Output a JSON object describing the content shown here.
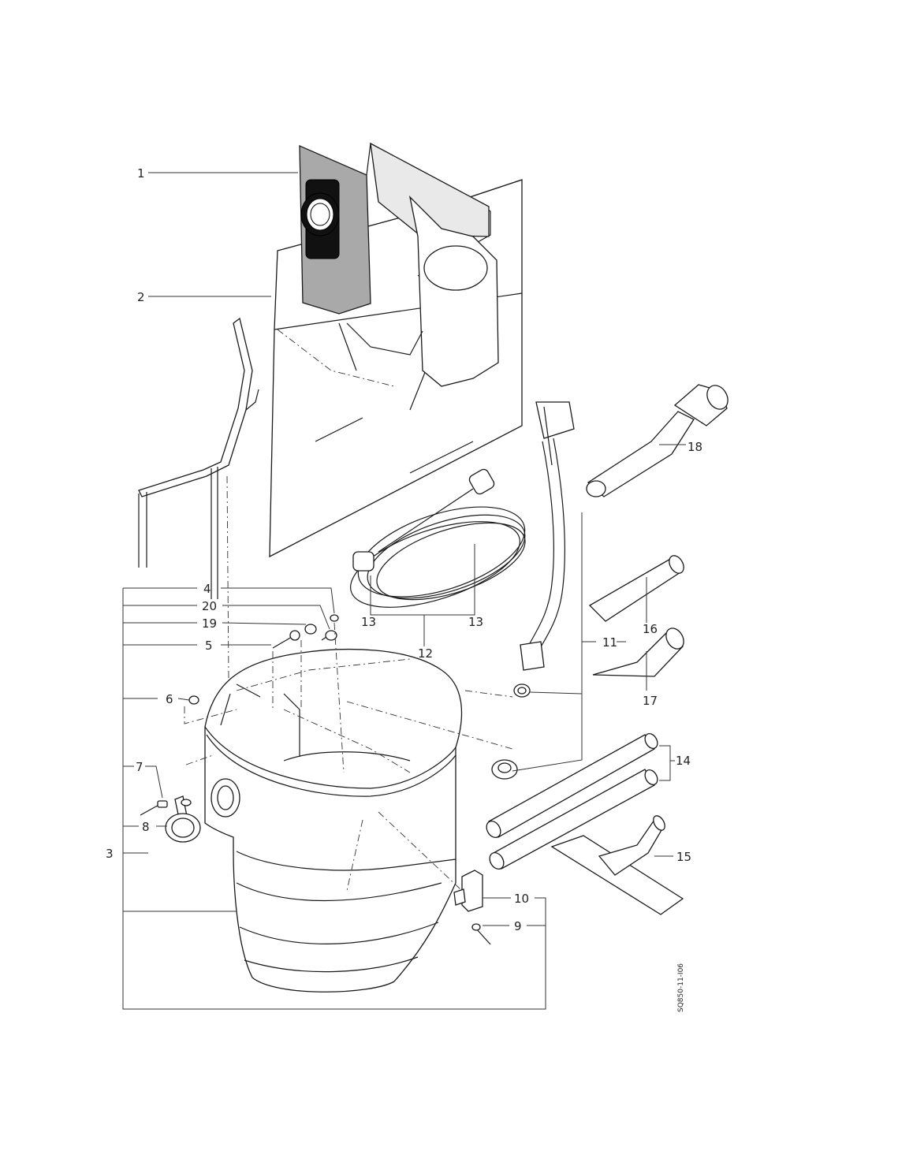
{
  "callouts": {
    "c1": "1",
    "c2": "2",
    "c3": "3",
    "c4": "4",
    "c5": "5",
    "c6": "6",
    "c7": "7",
    "c8": "8",
    "c9": "9",
    "c10": "10",
    "c11": "11",
    "c12": "12",
    "c13a": "13",
    "c13b": "13",
    "c14": "14",
    "c15": "15",
    "c16": "16",
    "c17": "17",
    "c18": "18",
    "c19": "19",
    "c20": "20"
  },
  "drawing_code": "SQ850-11-I06",
  "colors": {
    "line": "#1a1a1a",
    "filter_grey": "#a9a9a9",
    "background": "#ffffff"
  }
}
